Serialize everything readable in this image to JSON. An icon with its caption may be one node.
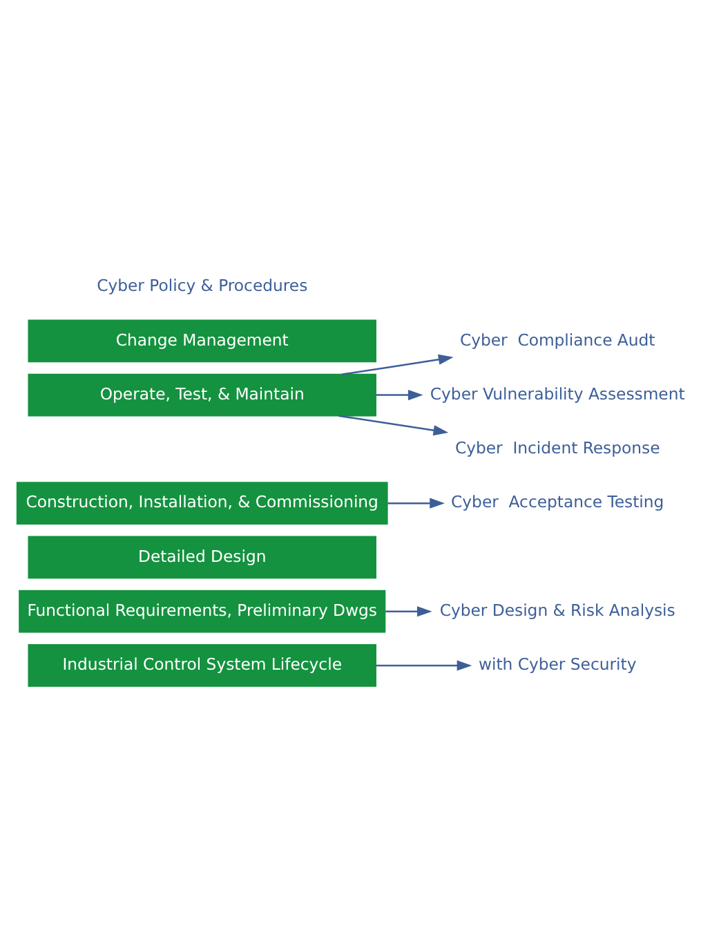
{
  "diagram": {
    "nodes": [
      {
        "text": [
          "Industrial Control System Lifecycle"
        ]
      },
      {
        "text": [
          "with Cyber Security"
        ]
      },
      {
        "text": [
          "Functional Requirements, Preliminary Dwgs"
        ]
      },
      {
        "text": [
          "Cyber Design & Risk Analysis"
        ]
      },
      {
        "text": [
          "Detailed Design"
        ]
      },
      {
        "text": [
          "Construction, Installation, & Commissioning"
        ]
      },
      {
        "text": [
          "Cyber  Acceptance Testing"
        ]
      },
      {
        "text": [
          "Operate, Test, & Maintain"
        ]
      },
      {
        "text": [
          "Cyber  Compliance Audt"
        ]
      },
      {
        "text": [
          "Cyber Vulnerability Assessment"
        ]
      },
      {
        "text": [
          "Cyber  Incident Response"
        ]
      },
      {
        "text": [
          "Change Management"
        ]
      }
    ],
    "edges": [
      {
        "from": 0,
        "to": 1,
        "arrow": "to"
      },
      {
        "from": 2,
        "to": 3,
        "arrow": "to"
      },
      {
        "from": 5,
        "to": 6,
        "arrow": "to"
      },
      {
        "from": 7,
        "to": 8,
        "arrow": "to"
      },
      {
        "from": 7,
        "to": 9,
        "arrow": "to"
      },
      {
        "from": 7,
        "to": 10,
        "arrow": "to"
      }
    ],
    "labels": [
      "Cyber Policy & Procedures"
    ]
  }
}
